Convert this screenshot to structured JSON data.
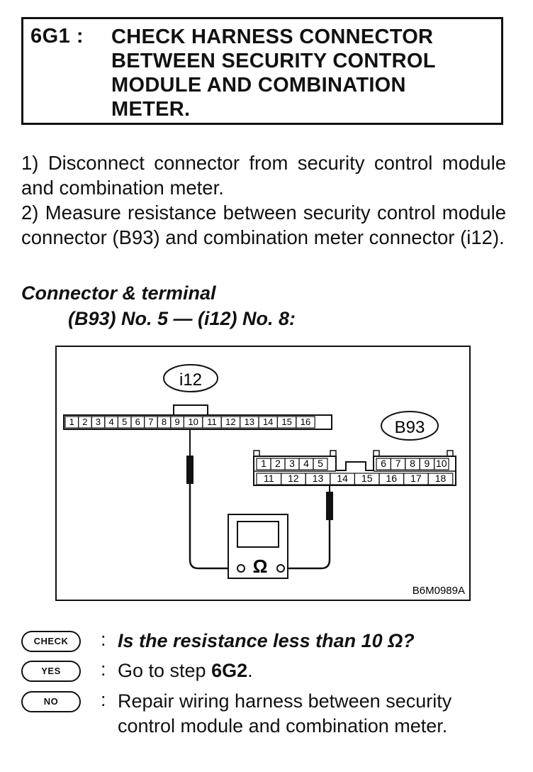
{
  "header": {
    "step_code": "6G1 :",
    "title_lines": [
      "CHECK HARNESS CONNECTOR",
      "BETWEEN SECURITY CONTROL",
      "MODULE AND COMBINATION",
      "METER."
    ]
  },
  "instructions": [
    "1) Disconnect connector from security control module and combination meter.",
    "2) Measure resistance between security control module connector (B93) and combination meter connector (i12)."
  ],
  "connector_section": {
    "heading": "Connector & terminal",
    "spec": "(B93) No. 5 — (i12) No. 8:"
  },
  "diagram": {
    "i12_label": "i12",
    "b93_label": "B93",
    "i12_terminals": [
      "1",
      "2",
      "3",
      "4",
      "5",
      "6",
      "7",
      "8",
      "9",
      "10",
      "11",
      "12",
      "13",
      "14",
      "15",
      "16"
    ],
    "b93_top_left": [
      "1",
      "2",
      "3",
      "4",
      "5"
    ],
    "b93_top_right": [
      "6",
      "7",
      "8",
      "9",
      "10"
    ],
    "b93_bottom": [
      "11",
      "12",
      "13",
      "14",
      "15",
      "16",
      "17",
      "18"
    ],
    "meter_symbol": "Ω",
    "figure_code": "B6M0989A"
  },
  "legend": {
    "check": {
      "badge": "CHECK",
      "colon": ":",
      "text": "Is the resistance less than 10 Ω?"
    },
    "yes": {
      "badge": "YES",
      "colon": ":",
      "text_prefix": "Go to step ",
      "step": "6G2",
      "text_suffix": "."
    },
    "no": {
      "badge": "NO",
      "colon": ":",
      "line1": "Repair wiring harness between security",
      "line2": "control module and combination meter."
    }
  }
}
